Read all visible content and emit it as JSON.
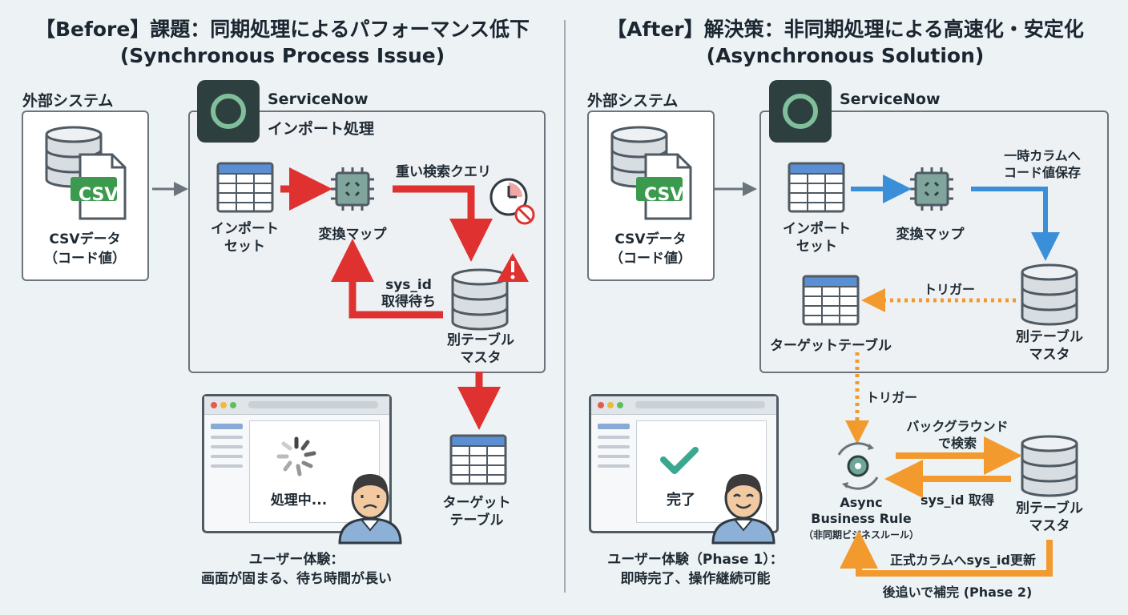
{
  "before": {
    "title_line1": "【Before】課題：同期処理によるパフォーマンス低下",
    "title_line2": "(Synchronous Process Issue)",
    "external_label": "外部システム",
    "csv_badge": "CSV",
    "csv_data_line1": "CSVデータ",
    "csv_data_line2": "（コード値）",
    "servicenow_label": "ServiceNow",
    "import_process_label": "インポート処理",
    "import_set_line1": "インポート",
    "import_set_line2": "セット",
    "transform_map": "変換マップ",
    "heavy_query": "重い検索クエリ",
    "wait_line1": "sys_id",
    "wait_line2": "取得待ち",
    "master_line1": "別テーブル",
    "master_line2": "マスタ",
    "target_line1": "ターゲット",
    "target_line2": "テーブル",
    "screen_text": "処理中...",
    "ux_line1": "ユーザー体験：",
    "ux_line2": "画面が固まる、待ち時間が長い"
  },
  "after": {
    "title_line1": "【After】解決策：非同期処理による高速化・安定化",
    "title_line2": "(Asynchronous Solution)",
    "external_label": "外部システム",
    "csv_badge": "CSV",
    "csv_data_line1": "CSVデータ",
    "csv_data_line2": "（コード値）",
    "servicenow_label": "ServiceNow",
    "import_set_line1": "インポート",
    "import_set_line2": "セット",
    "transform_map": "変換マップ",
    "temp_col_line1": "一時カラムへ",
    "temp_col_line2": "コード値保存",
    "trigger_1": "トリガー",
    "target_table": "ターゲットテーブル",
    "master_line1": "別テーブル",
    "master_line2": "マスタ",
    "trigger_2": "トリガー",
    "bg_search_line1": "バックグラウンド",
    "bg_search_line2": "で検索",
    "sysid_get": "sys_id 取得",
    "async_line1": "Async",
    "async_line2": "Business Rule",
    "async_line3": "（非同期ビジネスルール）",
    "master2_line1": "別テーブル",
    "master2_line2": "マスタ",
    "update_label": "正式カラムへsys_id更新",
    "complement_label": "後追いで補完 (Phase 2)",
    "screen_text": "完了",
    "ux_line1": "ユーザー体験（Phase 1）：",
    "ux_line2": "即時完了、操作継続可能"
  },
  "colors": {
    "red": "#e03131",
    "blue": "#3b8fd9",
    "orange": "#f29a2e",
    "gray": "#6b747c"
  }
}
